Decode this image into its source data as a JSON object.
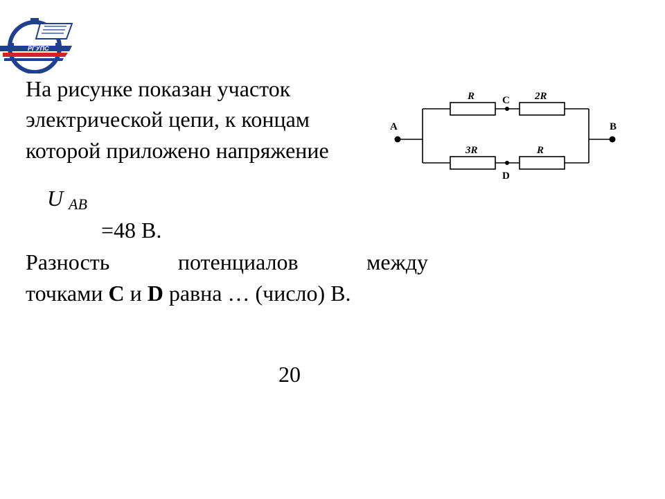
{
  "logo": {
    "text": "РГУПС"
  },
  "problem": {
    "line1": "На рисунке показан участок",
    "line2": "электрической цепи, к концам",
    "line3": "которой приложено напряжение",
    "formula_symbol": "U",
    "formula_subscript": "AB",
    "formula_value": "=48 В.",
    "line4_words": [
      "Разность",
      "потенциалов",
      "между"
    ],
    "line5_prefix": "точками ",
    "point_c": "C",
    "and_word": " и ",
    "point_d": "D",
    "line5_suffix": " равна … (число) В."
  },
  "circuit": {
    "node_a": "A",
    "node_b": "B",
    "node_c": "C",
    "node_d": "D",
    "top_left_resistor": "R",
    "top_right_resistor": "2R",
    "bottom_left_resistor": "3R",
    "bottom_right_resistor": "R"
  },
  "answer": "20",
  "colors": {
    "text": "#000000",
    "background": "#ffffff",
    "logo_blue": "#1f3f8f",
    "logo_red": "#d2232a"
  }
}
